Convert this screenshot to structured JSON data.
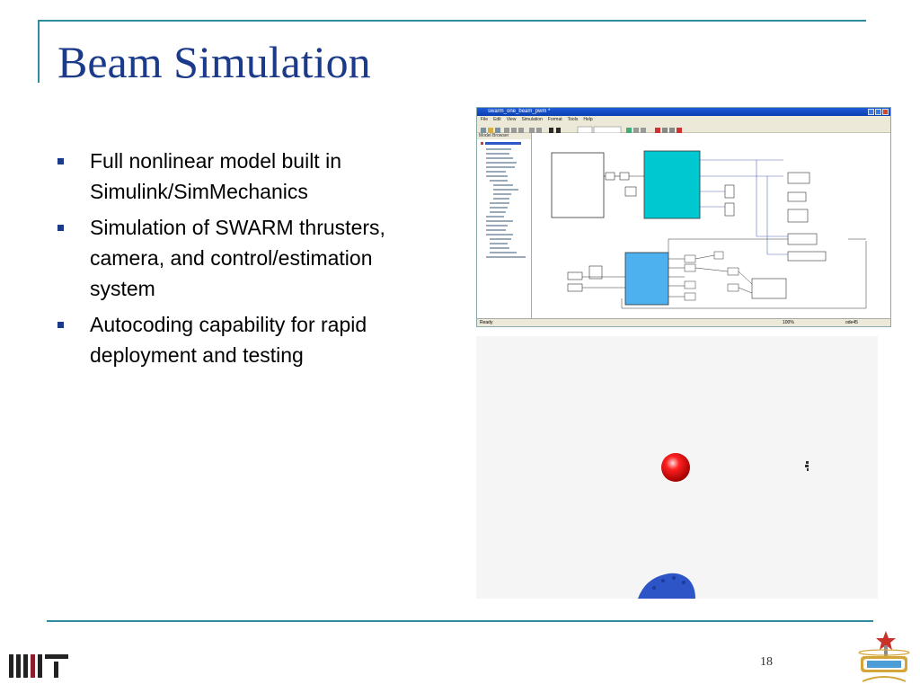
{
  "slide": {
    "title": "Beam Simulation",
    "bullets": [
      "Full nonlinear model built in Simulink/SimMechanics",
      "Simulation of SWARM thrusters, camera, and control/estimation system",
      "Autocoding capability for rapid deployment and testing"
    ],
    "page_number": "18"
  },
  "screenshot": {
    "window_title": "swarm_one_beam_pwm *",
    "menu": [
      "File",
      "Edit",
      "View",
      "Simulation",
      "Format",
      "Tools",
      "Help"
    ],
    "browser_header": "Model Browser",
    "status_left": "Ready",
    "status_mid": "100%",
    "status_right": "ode45"
  },
  "colors": {
    "title": "#1b3a8a",
    "rule": "#2f8c9b",
    "bullet": "#1b3a8a",
    "cyan_block": "#00c8d0",
    "blue_block": "#4db1f0",
    "mit": "#8a1c2b"
  }
}
